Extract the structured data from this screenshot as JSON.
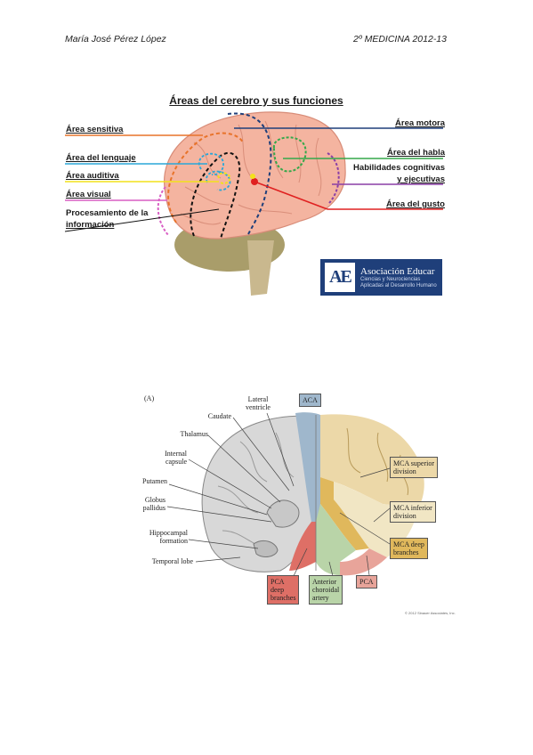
{
  "header": {
    "author": "María José Pérez López",
    "course": "2º MEDICINA 2012-13"
  },
  "figure1": {
    "title": "Áreas del cerebro y sus funciones",
    "labels": {
      "sensitiva": "Área sensitiva",
      "lenguaje": "Área del lenguaje",
      "auditiva": "Área auditiva",
      "visual": "Área visual",
      "procesamiento_1": "Procesamiento de la",
      "procesamiento_2": "información",
      "motora": "Área motora",
      "habla": "Área del habla",
      "habilidades_1": "Habilidades cognitivas",
      "habilidades_2": "y ejecutivas",
      "gusto": "Área del gusto"
    },
    "colors": {
      "sensitiva": "#e8732a",
      "lenguaje": "#2aa7d8",
      "auditiva": "#f2e21b",
      "visual": "#d95fc4",
      "procesamiento": "#111111",
      "motora": "#1f3f7a",
      "habla": "#35a84a",
      "habilidades": "#8a3fa6",
      "gusto": "#e02020"
    },
    "logo": {
      "mark": "AE",
      "name": "Asociación Educar",
      "tag_1": "Ciencias y Neurociencias",
      "tag_2": "Aplicadas al Desarrollo Humano"
    }
  },
  "figure2": {
    "panel": "(A)",
    "left_labels": {
      "lateral_1": "Lateral",
      "lateral_2": "ventricle",
      "caudate": "Caudate",
      "thalamus": "Thalamus",
      "internal_1": "Internal",
      "internal_2": "capsule",
      "putamen": "Putamen",
      "globus_1": "Globus",
      "globus_2": "pallidus",
      "hippo_1": "Hippocampal",
      "hippo_2": "formation",
      "temporal": "Temporal lobe"
    },
    "boxes": {
      "aca": "ACA",
      "mca_sup_1": "MCA superior",
      "mca_sup_2": "division",
      "mca_inf_1": "MCA inferior",
      "mca_inf_2": "division",
      "mca_deep_1": "MCA deep",
      "mca_deep_2": "branches",
      "pca": "PCA",
      "pca_deep_1": "PCA",
      "pca_deep_2": "deep",
      "pca_deep_3": "branches",
      "achor_1": "Anterior",
      "achor_2": "choroidal",
      "achor_3": "artery"
    },
    "colors": {
      "aca": "#9fb7cc",
      "mca_sup": "#ecd8a8",
      "mca_inf": "#f1e6c4",
      "mca_deep": "#e0b85c",
      "pca": "#e8a49a",
      "pca_deep": "#de6f66",
      "achor": "#b9d4a8"
    },
    "credit": "© 2012 Sinauer Associates, Inc."
  }
}
